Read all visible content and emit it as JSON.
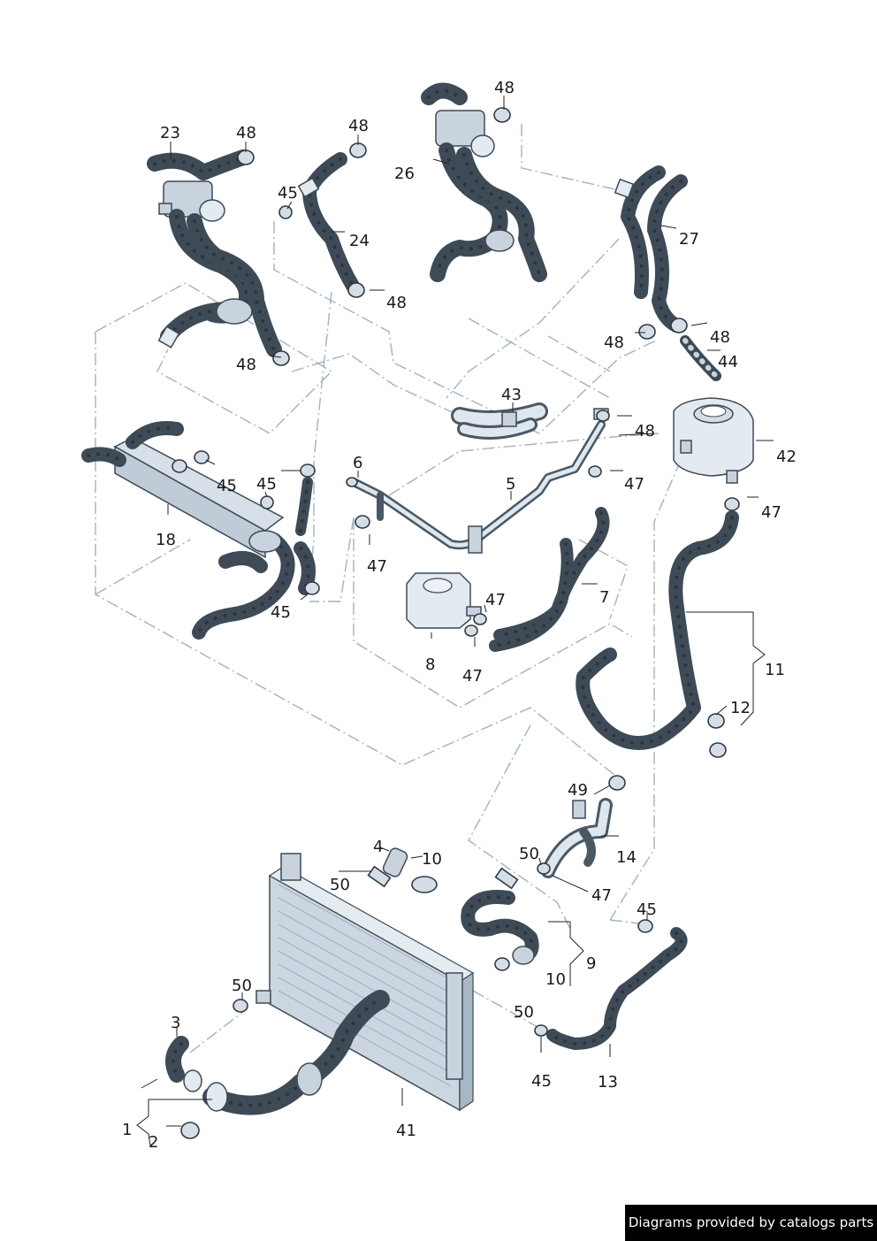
{
  "labels": {
    "l1": "1",
    "l2": "2",
    "l3": "3",
    "l4": "4",
    "l5": "5",
    "l6": "6",
    "l7": "7",
    "l8": "8",
    "l9": "9",
    "l10a": "10",
    "l10b": "10",
    "l11": "11",
    "l12": "12",
    "l13": "13",
    "l14": "14",
    "l18": "18",
    "l23": "23",
    "l24": "24",
    "l26": "26",
    "l27": "27",
    "l41": "41",
    "l42": "42",
    "l43": "43",
    "l44": "44",
    "l45a": "45",
    "l45b": "45",
    "l45c": "45",
    "l45d": "45",
    "l45e": "45",
    "l45f": "45",
    "l47a": "47",
    "l47b": "47",
    "l47c": "47",
    "l47d": "47",
    "l47e": "47",
    "l47f": "47",
    "l48a": "48",
    "l48b": "48",
    "l48c": "48",
    "l48d": "48",
    "l48e": "48",
    "l48f": "48",
    "l48g": "48",
    "l48h": "48",
    "l49": "49",
    "l50a": "50",
    "l50b": "50",
    "l50c": "50",
    "l50d": "50"
  },
  "credit": "Diagrams provided by catalogs parts"
}
